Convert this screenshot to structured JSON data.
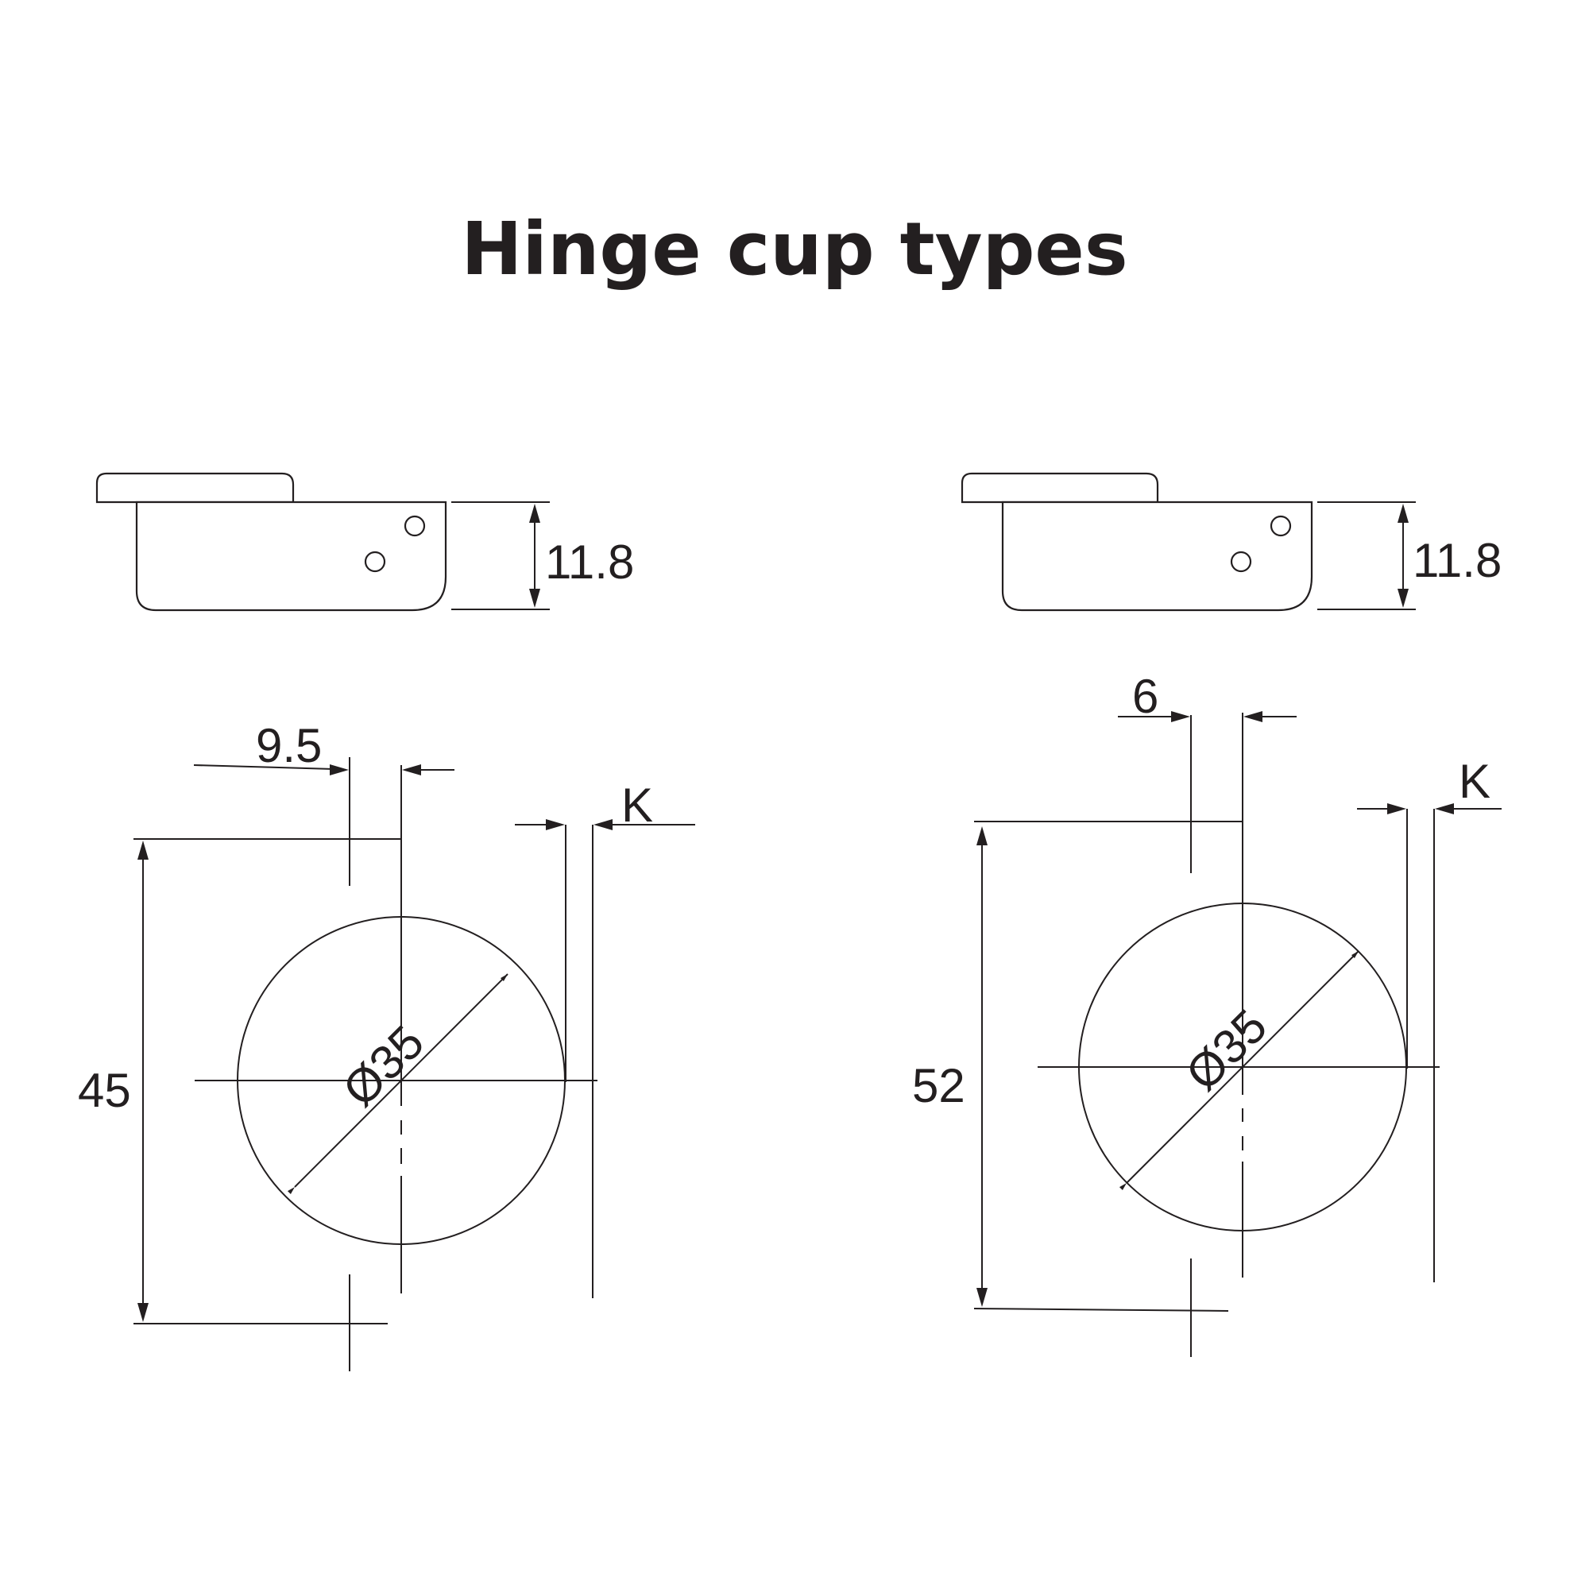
{
  "title": "Hinge cup types",
  "cups": [
    {
      "depth_label": "11.8",
      "offset_label": "9.5",
      "distance_label": "45",
      "diameter_label": "Ø35",
      "clearance_label": "K"
    },
    {
      "depth_label": "11.8",
      "offset_label": "6",
      "distance_label": "52",
      "diameter_label": "Ø35",
      "clearance_label": "K"
    }
  ],
  "colors": {
    "line": "#231f20",
    "background": "#ffffff"
  }
}
